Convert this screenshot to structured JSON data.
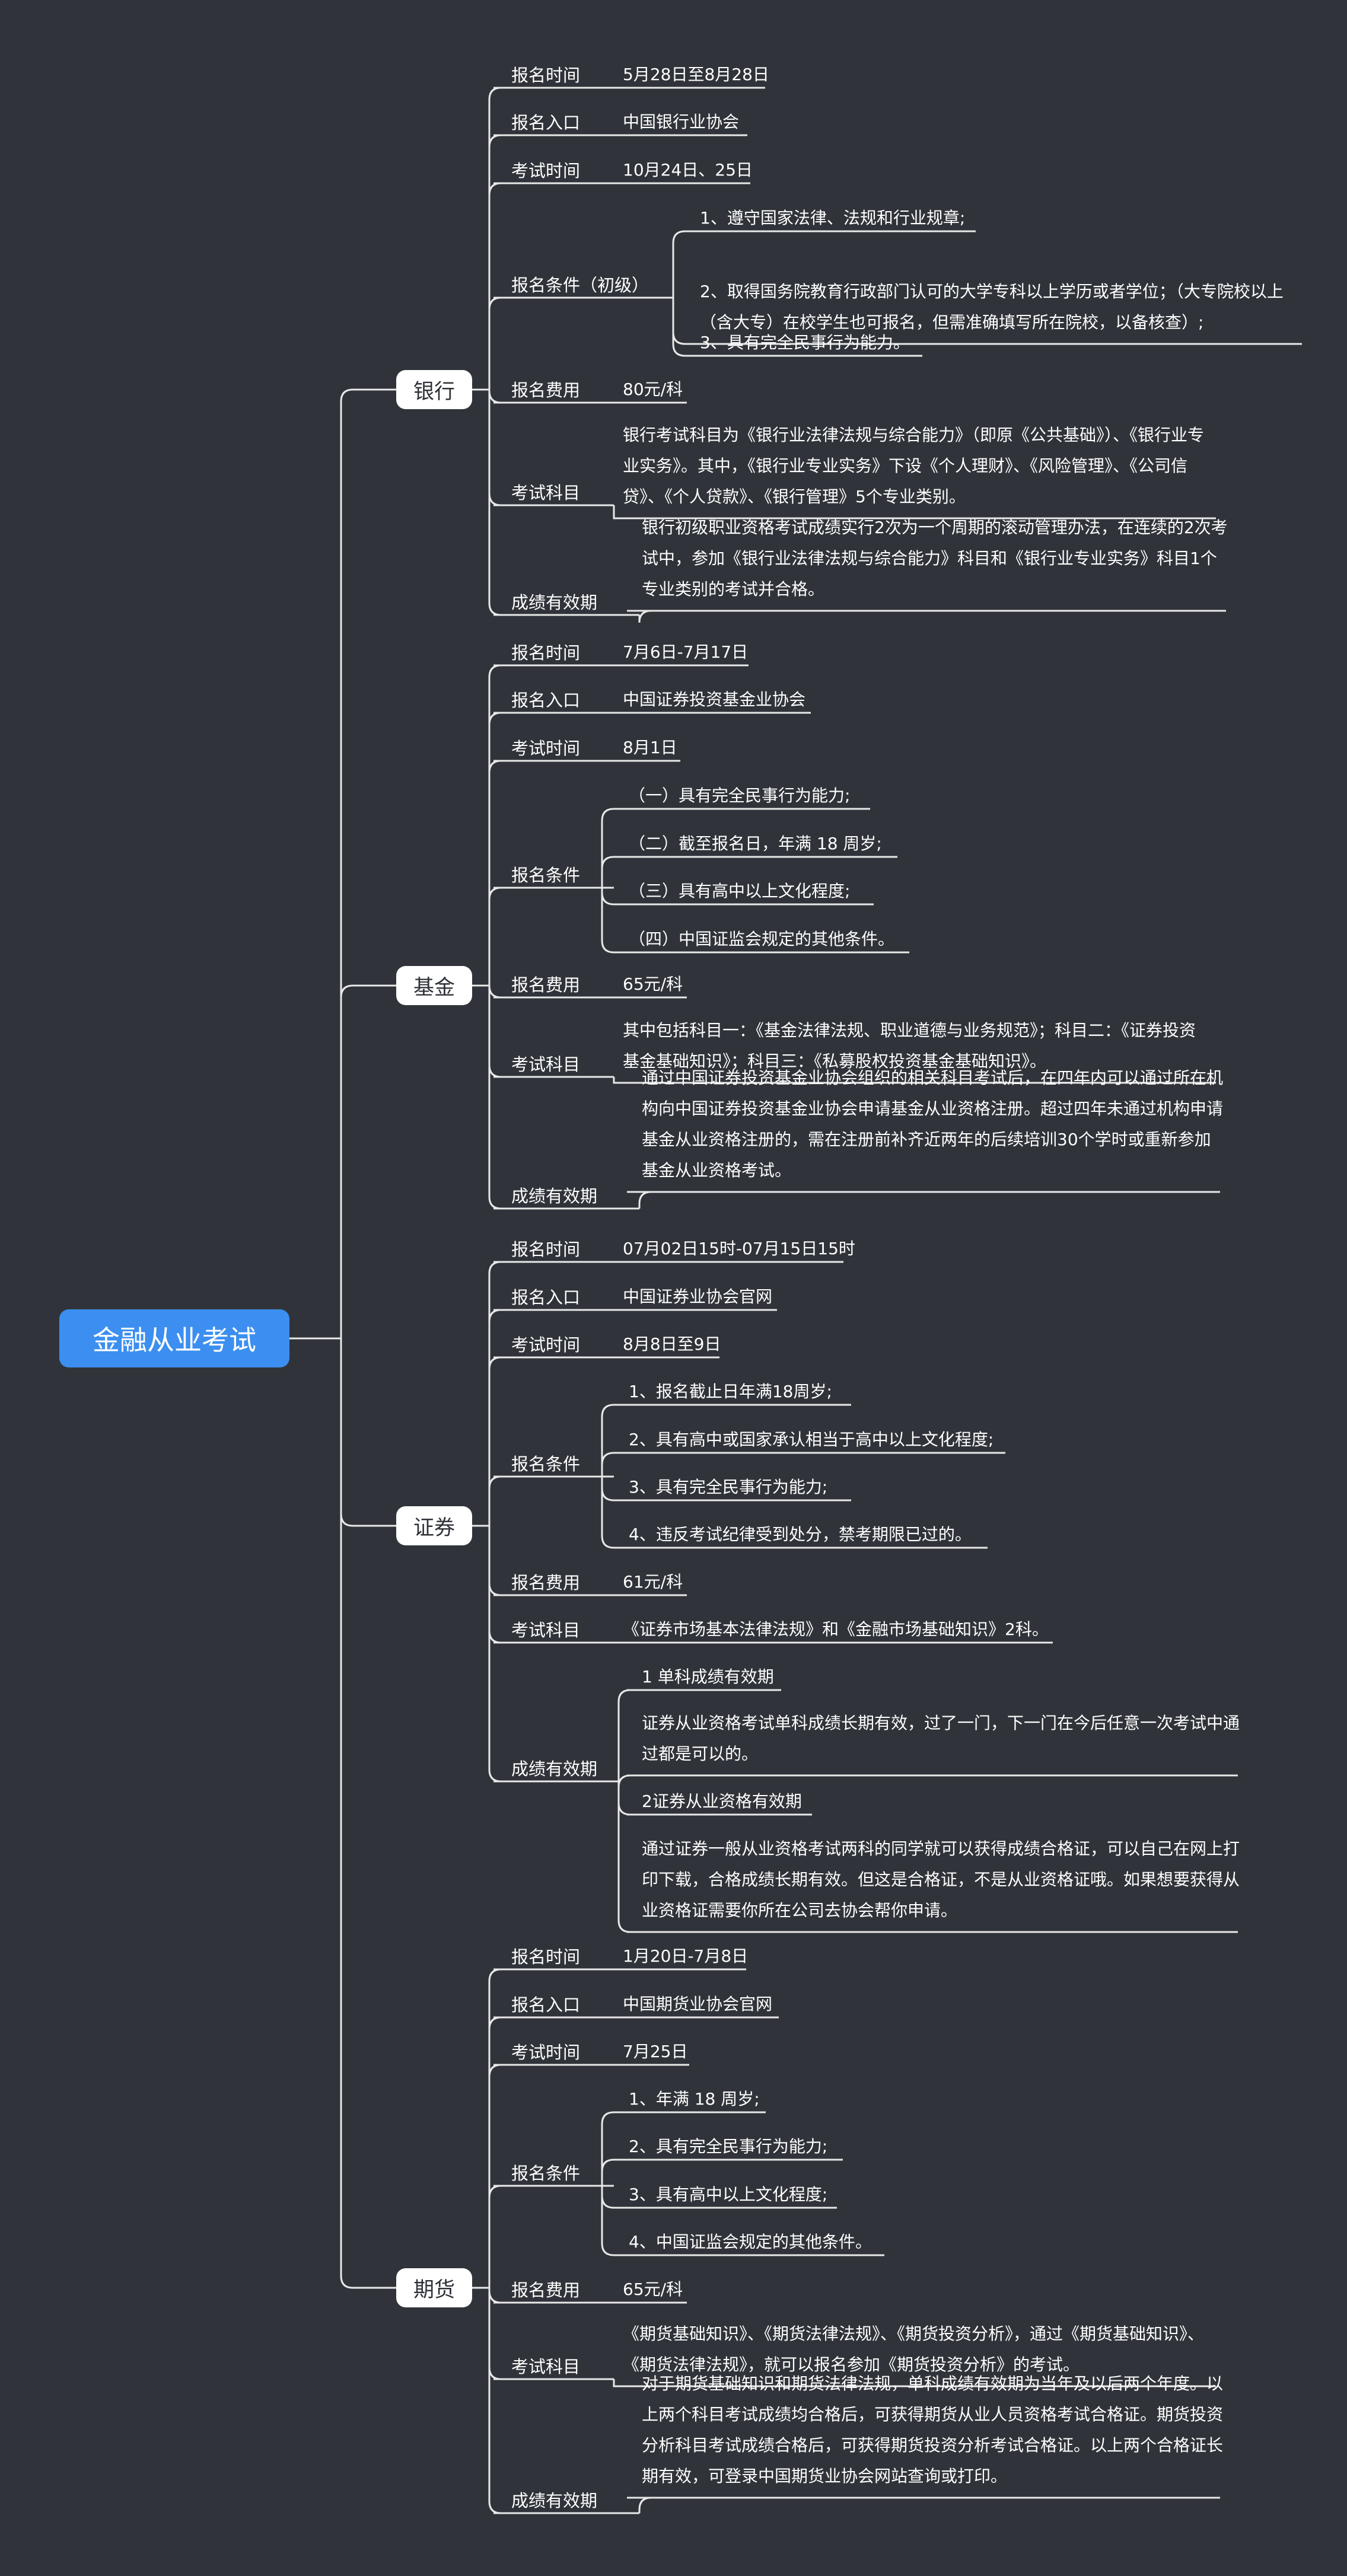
{
  "root": "金融从业考试",
  "branches": [
    {
      "name": "银行",
      "items": [
        {
          "label": "报名时间",
          "value": "5月28日至8月28日"
        },
        {
          "label": "报名入口",
          "value": "中国银行业协会"
        },
        {
          "label": "考试时间",
          "value": "10月24日、25日"
        },
        {
          "label": "报名条件（初级）",
          "subs": [
            "1、遵守国家法律、法规和行业规章;",
            "2、取得国务院教育行政部门认可的大学专科以上学历或者学位；（大专院校以上（含大专）在校学生也可报名，但需准确填写所在院校，以备核查）;",
            "3、具有完全民事行为能力。"
          ]
        },
        {
          "label": "报名费用",
          "value": "80元/科"
        },
        {
          "label": "考试科目",
          "value": "银行考试科目为《银行业法律法规与综合能力》（即原《公共基础》）、《银行业专业实务》。其中，《银行业专业实务》下设《个人理财》、《风险管理》、《公司信贷》、《个人贷款》、《银行管理》5个专业类别。"
        },
        {
          "label": "成绩有效期",
          "subs": [
            "银行初级职业资格考试成绩实行2次为一个周期的滚动管理办法，在连续的2次考试中，参加《银行业法律法规与综合能力》科目和《银行业专业实务》科目1个专业类别的考试并合格。"
          ]
        }
      ]
    },
    {
      "name": "基金",
      "items": [
        {
          "label": "报名时间",
          "value": "7月6日-7月17日"
        },
        {
          "label": "报名入口",
          "value": "中国证券投资基金业协会"
        },
        {
          "label": "考试时间",
          "value": "8月1日"
        },
        {
          "label": "报名条件",
          "subs": [
            "（一）具有完全民事行为能力;",
            "（二）截至报名日，年满 18 周岁;",
            "（三）具有高中以上文化程度;",
            "（四）中国证监会规定的其他条件。"
          ]
        },
        {
          "label": "报名费用",
          "value": "65元/科"
        },
        {
          "label": "考试科目",
          "value": "其中包括科目一：《基金法律法规、职业道德与业务规范》；科目二：《证券投资基金基础知识》；科目三：《私募股权投资基金基础知识》。"
        },
        {
          "label": "成绩有效期",
          "subs": [
            "通过中国证券投资基金业协会组织的相关科目考试后，在四年内可以通过所在机构向中国证券投资基金业协会申请基金从业资格注册。超过四年未通过机构申请基金从业资格注册的，需在注册前补齐近两年的后续培训30个学时或重新参加基金从业资格考试。"
          ]
        }
      ]
    },
    {
      "name": "证券",
      "items": [
        {
          "label": "报名时间",
          "value": "07月02日15时-07月15日15时"
        },
        {
          "label": "报名入口",
          "value": "中国证券业协会官网"
        },
        {
          "label": "考试时间",
          "value": "8月8日至9日"
        },
        {
          "label": "报名条件",
          "subs": [
            "1、报名截止日年满18周岁;",
            "2、具有高中或国家承认相当于高中以上文化程度;",
            "3、具有完全民事行为能力;",
            "4、违反考试纪律受到处分，禁考期限已过的。"
          ]
        },
        {
          "label": "报名费用",
          "value": "61元/科"
        },
        {
          "label": "考试科目",
          "value": "《证券市场基本法律法规》和《金融市场基础知识》2科。"
        },
        {
          "label": "成绩有效期",
          "subs": [
            "1 单科成绩有效期",
            "证券从业资格考试单科成绩长期有效，过了一门，下一门在今后任意一次考试中通过都是可以的。",
            "2证券从业资格有效期",
            "通过证券一般从业资格考试两科的同学就可以获得成绩合格证，可以自己在网上打印下载，合格成绩长期有效。但这是合格证，不是从业资格证哦。如果想要获得从业资格证需要你所在公司去协会帮你申请。"
          ]
        }
      ]
    },
    {
      "name": "期货",
      "items": [
        {
          "label": "报名时间",
          "value": "1月20日-7月8日"
        },
        {
          "label": "报名入口",
          "value": "中国期货业协会官网"
        },
        {
          "label": "考试时间",
          "value": "7月25日"
        },
        {
          "label": "报名条件",
          "subs": [
            "1、年满 18 周岁;",
            "2、具有完全民事行为能力;",
            "3、具有高中以上文化程度;",
            "4、中国证监会规定的其他条件。"
          ]
        },
        {
          "label": "报名费用",
          "value": "65元/科"
        },
        {
          "label": "考试科目",
          "value": "《期货基础知识》、《期货法律法规》、《期货投资分析》，通过《期货基础知识》、《期货法律法规》，就可以报名参加《期货投资分析》的考试。"
        },
        {
          "label": "成绩有效期",
          "subs": [
            "对于期货基础知识和期货法律法规，单科成绩有效期为当年及以后两个年度。以上两个科目考试成绩均合格后，可获得期货从业人员资格考试合格证。期货投资分析科目考试成绩合格后，可获得期货投资分析考试合格证。以上两个合格证长期有效，可登录中国期货业协会网站查询或打印。"
          ]
        }
      ]
    }
  ],
  "colors": {
    "background": "#30343a",
    "root": "#3c8ff0",
    "branch": "#ffffff",
    "line": "#e8e8e8",
    "text": "#ffffff"
  }
}
